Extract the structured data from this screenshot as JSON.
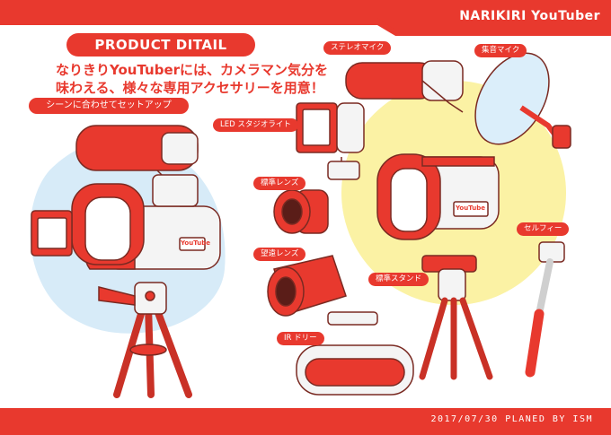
{
  "header": {
    "brand": "NARIKIRI YouTuber"
  },
  "title": "PRODUCT DITAIL",
  "headline": {
    "line1": "なりきりYouTuberには、カメラマン気分を",
    "line2": "味わえる、様々な専用アクセサリーを用意！"
  },
  "scene_label": "シーンに合わせてセットアップ",
  "accessories": {
    "stereo_mic": "ステレオマイク",
    "shotgun_mic": "集音マイク",
    "led_light": "LED スタジオライト",
    "standard_lens": "標準レンズ",
    "telephoto_lens": "望遠レンズ",
    "ir_dolly": "IR ドリー",
    "standard_stand": "標準スタンド",
    "selfie": "セルフィー"
  },
  "camera_badge": "YouTube",
  "footer": "2017/07/30 PLANED BY ISM",
  "colors": {
    "accent": "#e8392e",
    "yellow": "#fbf2a4",
    "blue": "#d7ebf8"
  }
}
